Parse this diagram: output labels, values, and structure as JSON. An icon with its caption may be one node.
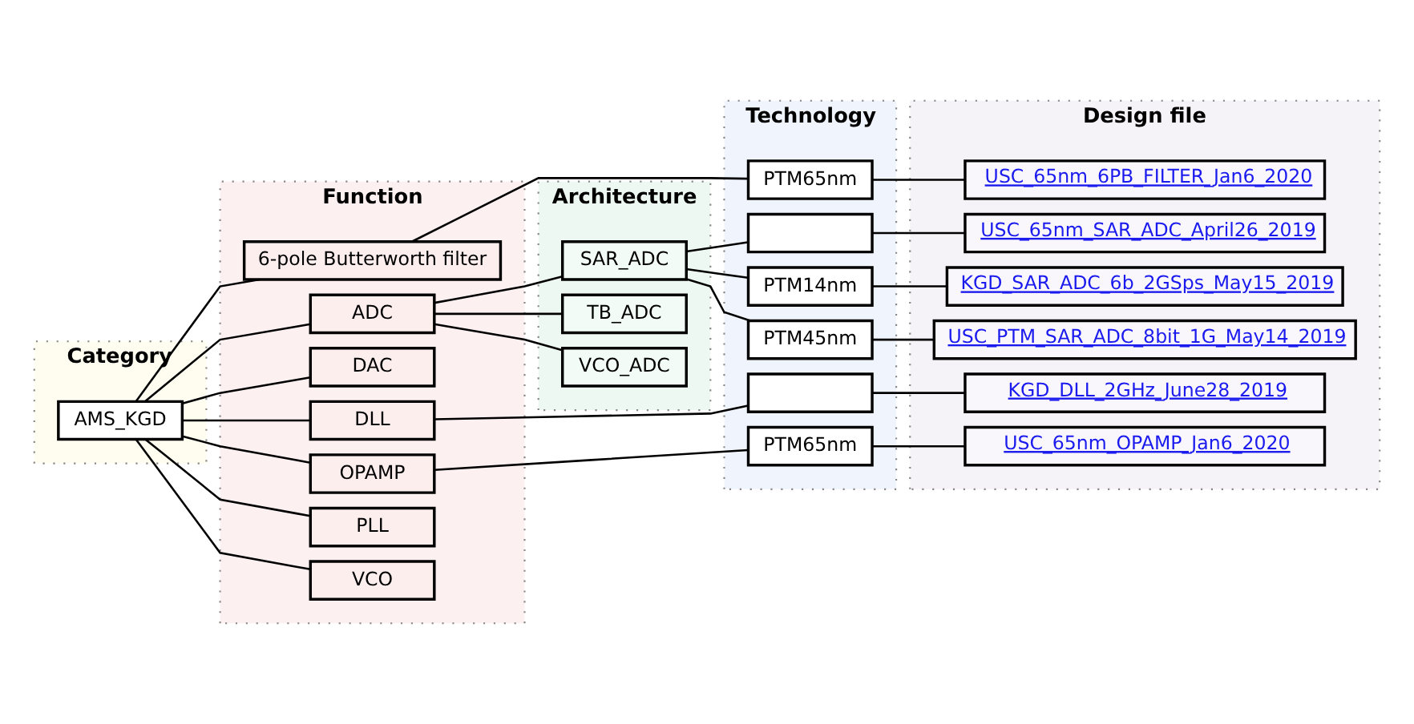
{
  "diagram": {
    "nodes": [
      {
        "text": [
          "Category"
        ]
      },
      {
        "text": [
          "Function"
        ]
      },
      {
        "text": [
          "Architecture"
        ]
      },
      {
        "text": [
          "Technology"
        ]
      },
      {
        "text": [
          "Design file"
        ]
      },
      {
        "text": [
          "AMS_KGD"
        ],
        "in": 0
      },
      {
        "text": [
          "6-pole Butterworth filter"
        ],
        "in": 1
      },
      {
        "text": [
          "ADC"
        ],
        "in": 1
      },
      {
        "text": [
          "DAC"
        ],
        "in": 1
      },
      {
        "text": [
          "DLL"
        ],
        "in": 1
      },
      {
        "text": [
          "OPAMP"
        ],
        "in": 1
      },
      {
        "text": [
          "PLL"
        ],
        "in": 1
      },
      {
        "text": [
          "VCO"
        ],
        "in": 1
      },
      {
        "text": [
          "SAR_ADC"
        ],
        "in": 2
      },
      {
        "text": [
          "TB_ADC"
        ],
        "in": 2
      },
      {
        "text": [
          "VCO_ADC"
        ],
        "in": 2
      },
      {
        "text": [
          "PTM65nm"
        ],
        "in": 3
      },
      {
        "text": [],
        "shape": "box",
        "in": 3
      },
      {
        "text": [
          "PTM14nm"
        ],
        "in": 3
      },
      {
        "text": [
          "PTM45nm"
        ],
        "in": 3
      },
      {
        "text": [],
        "shape": "box",
        "in": 3
      },
      {
        "text": [
          "PTM65nm"
        ],
        "in": 3
      },
      {
        "text": [
          "USC_65nm_6PB_FILTER_Jan6_2020"
        ],
        "in": 4
      },
      {
        "text": [
          "USC_65nm_SAR_ADC_April26_2019"
        ],
        "in": 4
      },
      {
        "text": [
          "KGD_SAR_ADC_6b_2GSps_May15_2019"
        ],
        "in": 4
      },
      {
        "text": [
          "USC_PTM_SAR_ADC_8bit_1G_May14_2019"
        ],
        "in": 4
      },
      {
        "text": [
          "KGD_DLL_2GHz_June28_2019"
        ],
        "in": 4
      },
      {
        "text": [
          "USC_65nm_OPAMP_Jan6_2020"
        ],
        "in": 4
      }
    ],
    "edges": [
      {
        "from": 5,
        "to": 6,
        "arrow": "none"
      },
      {
        "from": 5,
        "to": 7,
        "arrow": "none"
      },
      {
        "from": 5,
        "to": 8,
        "arrow": "none"
      },
      {
        "from": 5,
        "to": 9,
        "arrow": "none"
      },
      {
        "from": 5,
        "to": 10,
        "arrow": "none"
      },
      {
        "from": 5,
        "to": 11,
        "arrow": "none"
      },
      {
        "from": 5,
        "to": 12,
        "arrow": "none"
      },
      {
        "from": 6,
        "to": 16,
        "arrow": "none"
      },
      {
        "from": 7,
        "to": 13,
        "arrow": "none"
      },
      {
        "from": 7,
        "to": 14,
        "arrow": "none"
      },
      {
        "from": 7,
        "to": 15,
        "arrow": "none"
      },
      {
        "from": 13,
        "to": 17,
        "arrow": "none"
      },
      {
        "from": 13,
        "to": 18,
        "arrow": "none"
      },
      {
        "from": 13,
        "to": 19,
        "arrow": "none"
      },
      {
        "from": 16,
        "to": 22,
        "arrow": "none"
      },
      {
        "from": 17,
        "to": 23,
        "arrow": "none"
      },
      {
        "from": 18,
        "to": 24,
        "arrow": "none"
      },
      {
        "from": 19,
        "to": 25,
        "arrow": "none"
      },
      {
        "from": 9,
        "to": 20,
        "arrow": "none"
      },
      {
        "from": 20,
        "to": 26,
        "arrow": "none"
      },
      {
        "from": 10,
        "to": 21,
        "arrow": "none"
      },
      {
        "from": 21,
        "to": 27,
        "arrow": "none"
      }
    ]
  }
}
